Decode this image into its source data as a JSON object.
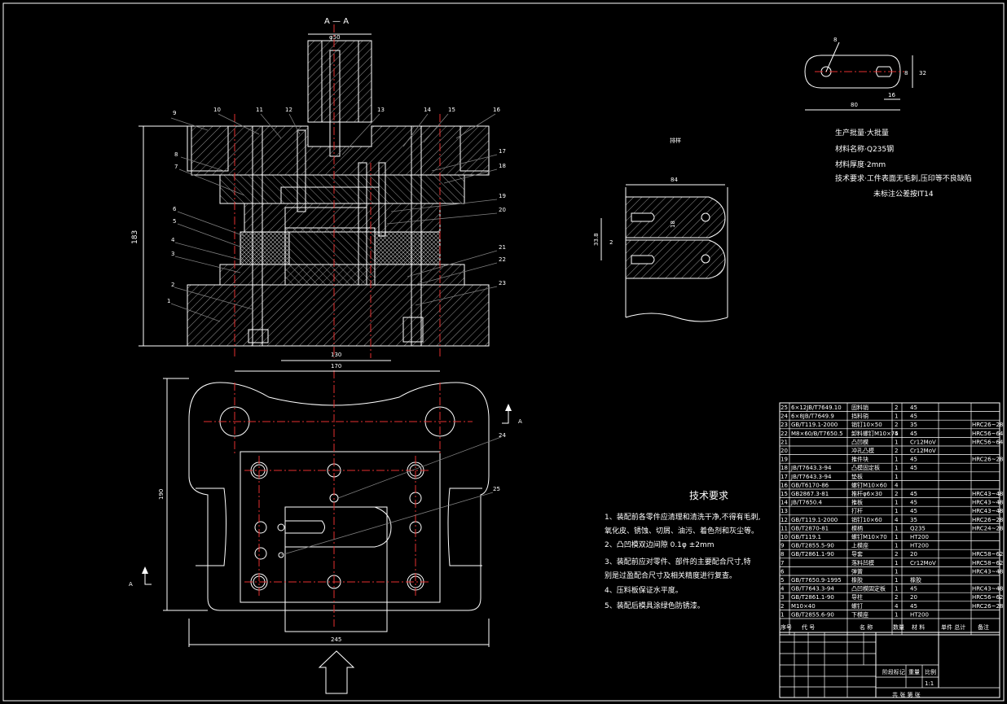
{
  "section_label": "A — A",
  "view_arrow_labels": {
    "top_right": "A",
    "left": "A"
  },
  "section_dims": {
    "phi50": "φ50",
    "height_183": "183",
    "width_130": "130",
    "width_170": "170",
    "height_190": "190",
    "width_245": "245"
  },
  "balloons": [
    "1",
    "2",
    "3",
    "4",
    "5",
    "6",
    "7",
    "8",
    "9",
    "10",
    "11",
    "12",
    "13",
    "14",
    "15",
    "16",
    "17",
    "18",
    "19",
    "20",
    "21",
    "22",
    "23",
    "24",
    "25"
  ],
  "part_sketch": {
    "dim_80": "80",
    "dim_32": "32",
    "dim_16": "16",
    "dim_8": "8",
    "dim_r8": "8"
  },
  "part_info": {
    "line1": "生产批量·大批量",
    "line2": "材料名称·Q235钢",
    "line3": "材料厚度·2mm",
    "line4": "技术要求·工件表面无毛刺,压印等不良缺陷",
    "line5": "未标注公差按IT14"
  },
  "strip_layout": {
    "label": "排样",
    "dim_84": "84",
    "dim_33_8": "33.8",
    "dim_18": "18",
    "dim_2": "2"
  },
  "tech_requirements": {
    "title": "技术要求",
    "items": [
      "1、装配前各零件应清理和清洗干净,不得有毛刺,",
      "氧化皮、锈蚀、切屑、油污、着色剂和灰尘等。",
      "2、凸凹模双边间隙    0.1φ ±2mm",
      "3、装配前应对零件、部件的主要配合尺寸,特",
      "别是过盈配合尺寸及相关精度进行复查。",
      "4、压料板保证水平度。",
      "5、装配后模具涂绿色防锈漆。"
    ]
  },
  "bom": {
    "rows": [
      {
        "no": "25",
        "code": "6×12JB/T7649.10",
        "name": "固料销",
        "qty": "2",
        "mat": "45",
        "note": ""
      },
      {
        "no": "24",
        "code": "6×8JB/T7649.9",
        "name": "挡料销",
        "qty": "1",
        "mat": "45",
        "note": ""
      },
      {
        "no": "23",
        "code": "GB/T119.1-2000",
        "name": "销钉10×50",
        "qty": "2",
        "mat": "35",
        "note": "HRC26~28"
      },
      {
        "no": "22",
        "code": "M8×60/B/T7650.5",
        "name": "卸料螺钉M10×75",
        "qty": "4",
        "mat": "45",
        "note": "HRC56~64"
      },
      {
        "no": "21",
        "code": "",
        "name": "凸凹模",
        "qty": "1",
        "mat": "Cr12MoV",
        "note": "HRC56~64"
      },
      {
        "no": "20",
        "code": "",
        "name": "冲孔凸模",
        "qty": "2",
        "mat": "Cr12MoV",
        "note": ""
      },
      {
        "no": "19",
        "code": "",
        "name": "推件块",
        "qty": "1",
        "mat": "45",
        "note": "HRC26~28"
      },
      {
        "no": "18",
        "code": "JB/T7643.3-94",
        "name": "凸模固定板",
        "qty": "1",
        "mat": "45",
        "note": ""
      },
      {
        "no": "17",
        "code": "JB/T7643.3-94",
        "name": "垫板",
        "qty": "1",
        "mat": "",
        "note": ""
      },
      {
        "no": "16",
        "code": "GB/T6170-86",
        "name": "螺钉M10×60",
        "qty": "4",
        "mat": "",
        "note": ""
      },
      {
        "no": "15",
        "code": "GB2867.3-81",
        "name": "推杆φ6×30",
        "qty": "2",
        "mat": "45",
        "note": "HRC43~48"
      },
      {
        "no": "14",
        "code": "JB/T7650.4",
        "name": "推板",
        "qty": "1",
        "mat": "45",
        "note": "HRC43~48"
      },
      {
        "no": "13",
        "code": "",
        "name": "打杆",
        "qty": "1",
        "mat": "45",
        "note": "HRC43~48"
      },
      {
        "no": "12",
        "code": "GB/T119.1-2000",
        "name": "销钉10×60",
        "qty": "4",
        "mat": "35",
        "note": "HRC26~28"
      },
      {
        "no": "11",
        "code": "GB/T2870-81",
        "name": "模柄",
        "qty": "1",
        "mat": "Q235",
        "note": "HRC24~28"
      },
      {
        "no": "10",
        "code": "GB/T119.1",
        "name": "螺钉M10×70",
        "qty": "1",
        "mat": "HT200",
        "note": ""
      },
      {
        "no": "9",
        "code": "GB/T2855.5-90",
        "name": "上模座",
        "qty": "1",
        "mat": "HT200",
        "note": ""
      },
      {
        "no": "8",
        "code": "GB/T2861.1-90",
        "name": "导套",
        "qty": "2",
        "mat": "20",
        "note": "HRC58~62"
      },
      {
        "no": "7",
        "code": "",
        "name": "落料凹模",
        "qty": "1",
        "mat": "Cr12MoV",
        "note": "HRC58~62"
      },
      {
        "no": "6",
        "code": "",
        "name": "弹簧",
        "qty": "1",
        "mat": "",
        "note": "HRC43~48"
      },
      {
        "no": "5",
        "code": "GB/T7650.9-1995",
        "name": "橡胶",
        "qty": "1",
        "mat": "橡胶",
        "note": ""
      },
      {
        "no": "4",
        "code": "GB/T7643.3-94",
        "name": "凸凹模固定板",
        "qty": "1",
        "mat": "45",
        "note": "HRC43~48"
      },
      {
        "no": "3",
        "code": "GB/T2861.1-90",
        "name": "导柱",
        "qty": "2",
        "mat": "20",
        "note": "HRC56~62"
      },
      {
        "no": "2",
        "code": "M10×40",
        "name": "螺钉",
        "qty": "4",
        "mat": "45",
        "note": "HRC26~28"
      },
      {
        "no": "1",
        "code": "GB/T2855.6-90",
        "name": "下模座",
        "qty": "1",
        "mat": "HT200",
        "note": ""
      }
    ],
    "header": {
      "no": "序号",
      "code": "代 号",
      "name": "名 称",
      "qty": "数量",
      "mat": "材 料",
      "unit_weight": "单件 总计",
      "weight": "重量",
      "note": "备注"
    }
  },
  "title_block": {
    "mark": "阶段标记",
    "weight": "重量",
    "scale": "比例",
    "scale_value": "1:1",
    "sheet": "共 张 第 张"
  }
}
